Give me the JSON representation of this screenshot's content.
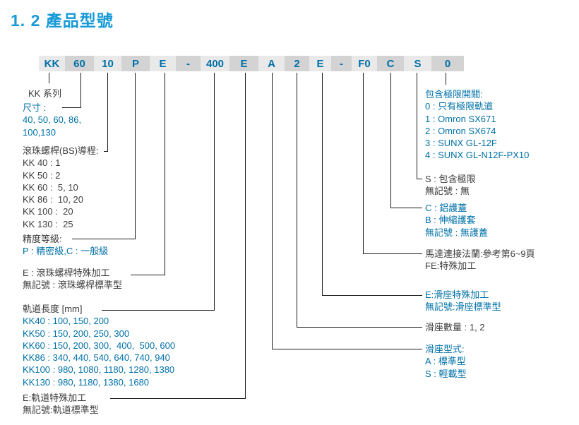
{
  "page_title": "1. 2 產品型號",
  "model_code": {
    "segments": [
      "KK",
      "60",
      "10",
      "P",
      "E",
      "-",
      "400",
      "E",
      "A",
      "2",
      "E",
      "-",
      "F0",
      "C",
      "S",
      "0"
    ]
  },
  "colors": {
    "title_blue": "#189bd7",
    "body_blue": "#0071a8",
    "body_dark": "#3d3d3d",
    "cell_light": "#e9e9e9",
    "cell_dark": "#d3d3d3"
  },
  "callouts": {
    "left": [
      {
        "id": "series",
        "lines": [
          {
            "text": "KK 系列",
            "tone": "dark"
          }
        ]
      },
      {
        "id": "size",
        "lines": [
          {
            "text": "尺寸 : ",
            "tone": "blue"
          },
          {
            "text": "40, 50, 60, 86,",
            "tone": "blue"
          },
          {
            "text": "100,130",
            "tone": "blue"
          }
        ]
      },
      {
        "id": "lead",
        "lines": [
          {
            "text": "滾珠螺桿(BS)導程:",
            "tone": "dark"
          },
          {
            "text": "KK 40 : 1",
            "tone": "dark"
          },
          {
            "text": "KK 50 : 2",
            "tone": "dark"
          },
          {
            "text": "KK 60 :  5, 10",
            "tone": "dark"
          },
          {
            "text": "KK 86 :  10, 20",
            "tone": "dark"
          },
          {
            "text": "KK 100 :  20",
            "tone": "dark"
          },
          {
            "text": "KK 130 :  25",
            "tone": "dark"
          }
        ]
      },
      {
        "id": "precision",
        "lines": [
          {
            "text": "精度等級:",
            "tone": "dark"
          },
          {
            "text": "P : 精密級,C : 一般級",
            "tone": "blue"
          }
        ]
      },
      {
        "id": "bs_special",
        "lines": [
          {
            "text": "E : 滾珠螺桿特殊加工",
            "tone": "dark"
          },
          {
            "text": "無記號 : 滾珠螺桿標準型",
            "tone": "dark"
          }
        ]
      },
      {
        "id": "rail_length",
        "lines": [
          {
            "text": "軌道長度 [mm]",
            "tone": "dark"
          },
          {
            "text": "KK40 : 100, 150, 200",
            "tone": "blue"
          },
          {
            "text": "KK50 : 150, 200, 250, 300",
            "tone": "blue"
          },
          {
            "text": "KK60 : 150, 200, 300,  400,  500, 600",
            "tone": "blue"
          },
          {
            "text": "KK86 : 340, 440, 540, 640, 740, 940",
            "tone": "blue"
          },
          {
            "text": "KK100 : 980, 1080, 1180, 1280, 1380",
            "tone": "blue"
          },
          {
            "text": "KK130 : 980, 1180, 1380, 1680",
            "tone": "blue"
          }
        ]
      },
      {
        "id": "rail_special",
        "lines": [
          {
            "text": "E:軌道特殊加工",
            "tone": "dark"
          },
          {
            "text": "無記號:軌道標準型",
            "tone": "dark"
          }
        ]
      }
    ],
    "right": [
      {
        "id": "limit_switch",
        "lines": [
          {
            "text": "包含極限開關:",
            "tone": "blue"
          },
          {
            "text": "0 : 只有極限軌道",
            "tone": "blue"
          },
          {
            "text": "1 : Omron SX671",
            "tone": "blue"
          },
          {
            "text": "2 : Omron SX674",
            "tone": "blue"
          },
          {
            "text": "3 : SUNX GL-12F",
            "tone": "blue"
          },
          {
            "text": "4 : SUNX GL-N12F-PX10",
            "tone": "blue"
          }
        ]
      },
      {
        "id": "limit",
        "lines": [
          {
            "text": "S : 包含極限",
            "tone": "dark"
          },
          {
            "text": "無記號 : 無",
            "tone": "dark"
          }
        ]
      },
      {
        "id": "cover",
        "lines": [
          {
            "text": "C : 鋁護蓋",
            "tone": "blue"
          },
          {
            "text": "B : 伸縮護套",
            "tone": "blue"
          },
          {
            "text": "無記號 : 無護蓋",
            "tone": "blue"
          }
        ]
      },
      {
        "id": "flange",
        "lines": [
          {
            "text": "馬達連接法蘭:參考第6~9頁",
            "tone": "dark"
          },
          {
            "text": "FE:特殊加工",
            "tone": "dark"
          }
        ]
      },
      {
        "id": "block_special",
        "lines": [
          {
            "text": "E:滑座特殊加工",
            "tone": "blue"
          },
          {
            "text": "無記號:滑座標準型",
            "tone": "blue"
          }
        ]
      },
      {
        "id": "block_qty",
        "lines": [
          {
            "text": "滑座數量 : 1, 2",
            "tone": "dark"
          }
        ]
      },
      {
        "id": "block_type",
        "lines": [
          {
            "text": "滑座型式:",
            "tone": "blue"
          },
          {
            "text": "A : 標準型",
            "tone": "blue"
          },
          {
            "text": "S : 輕載型",
            "tone": "blue"
          }
        ]
      }
    ]
  }
}
